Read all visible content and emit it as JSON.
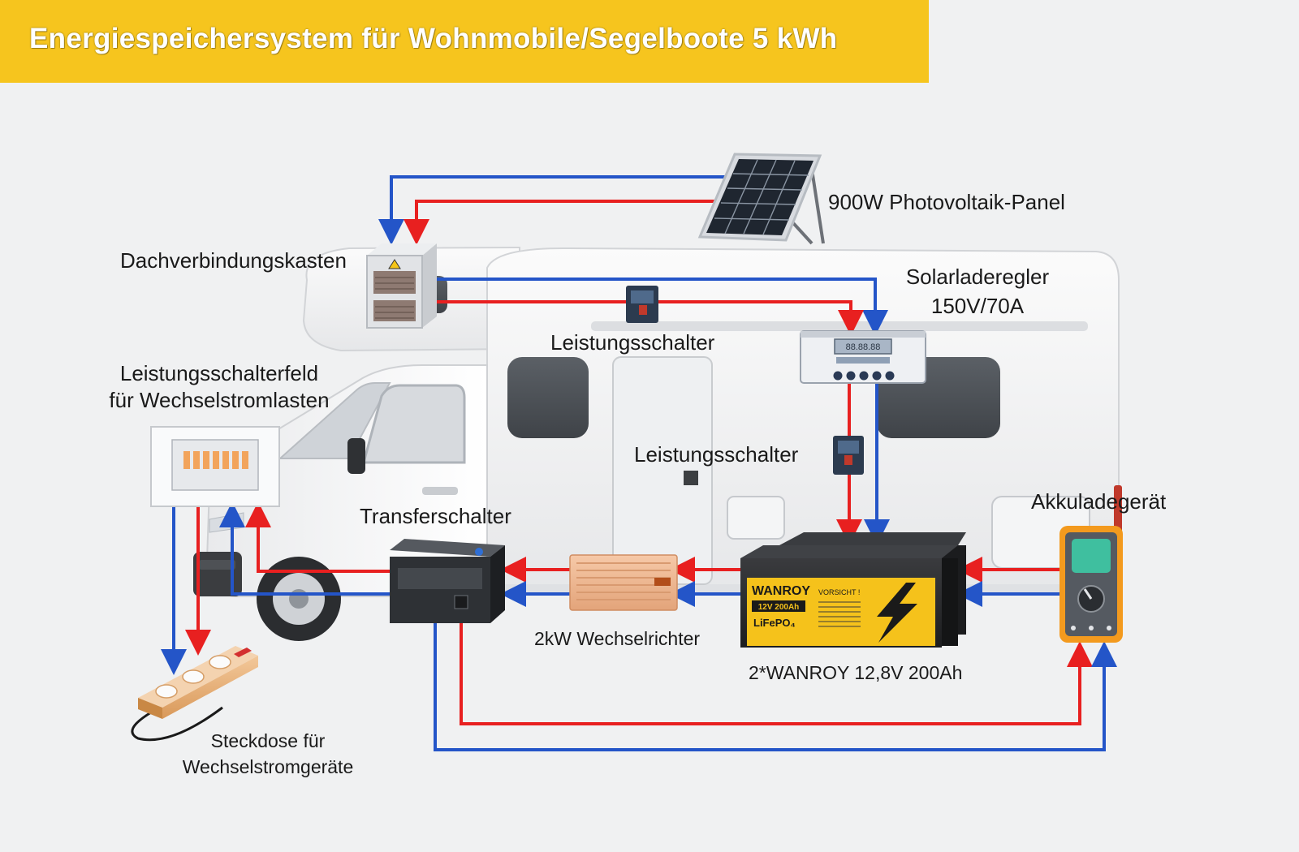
{
  "title": "Energiespeichersystem für Wohnmobile/Segelboote 5 kWh",
  "labels": {
    "pv_panel": "900W Photovoltaik-Panel",
    "roof_box": "Dachverbindungskasten",
    "charge_controller_line1": "Solarladeregler",
    "charge_controller_line2": "150V/70A",
    "breaker_top": "Leistungsschalter",
    "breaker_mid": "Leistungsschalter",
    "ac_panel_line1": "Leistungsschalterfeld",
    "ac_panel_line2": "für Wechselstromlasten",
    "transfer_switch": "Transferschalter",
    "charger": "Akkuladegerät",
    "inverter": "2kW Wechselrichter",
    "battery": "2*WANROY 12,8V 200Ah",
    "socket_line1": "Steckdose für",
    "socket_line2": "Wechselstromgeräte"
  },
  "battery_face": {
    "brand": "WANROY",
    "warning": "VORSICHT !",
    "spec": "12V 200Ah",
    "chem": "LiFePO₄"
  },
  "controller_display": "88.88.88",
  "colors": {
    "positive_wire": "#e82020",
    "negative_wire": "#2455c8",
    "title_bar": "#f6c51e",
    "background": "#f0f1f2"
  }
}
